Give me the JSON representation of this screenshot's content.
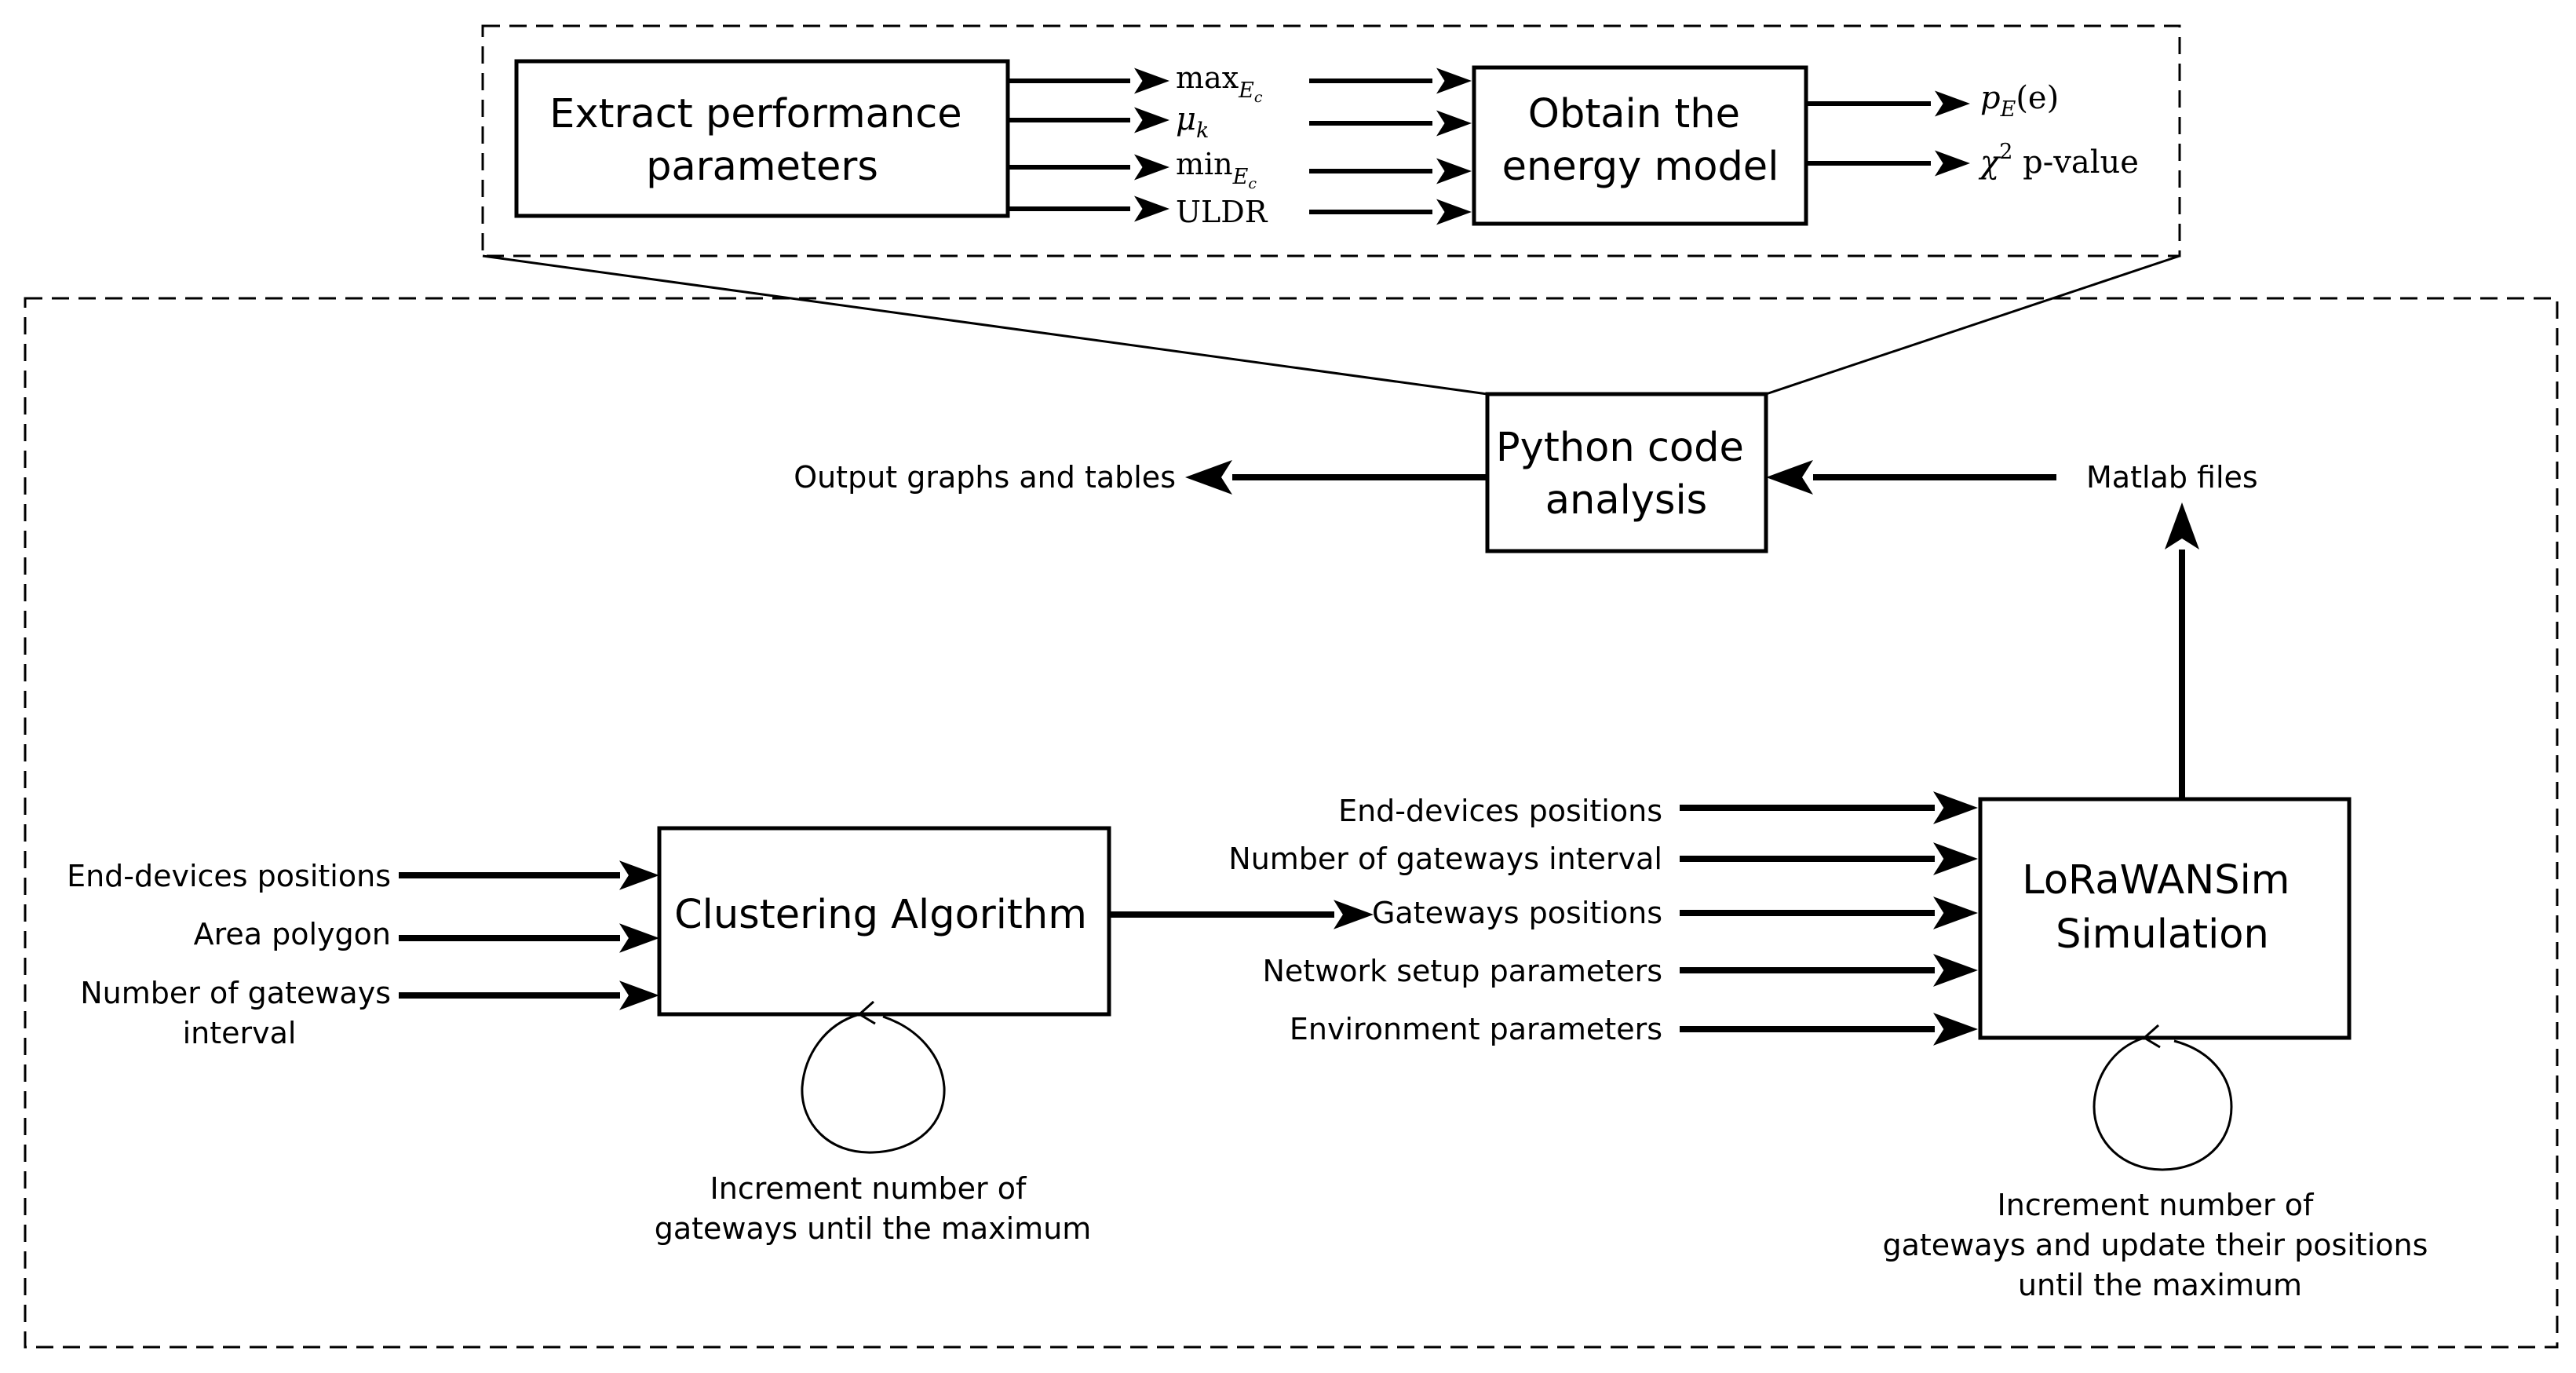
{
  "zoom_panel": {
    "extract_box": [
      "Extract performance",
      "parameters"
    ],
    "energy_box": [
      "Obtain the",
      "energy model"
    ],
    "parameters": {
      "max_ec": {
        "base": "max",
        "sub": "E",
        "subsub": "c"
      },
      "mu_k": {
        "base": "μ",
        "sub": "k"
      },
      "min_ec": {
        "base": "min",
        "sub": "E",
        "subsub": "c"
      },
      "uldr": "ULDR"
    },
    "outputs": {
      "pe": {
        "base": "p",
        "sub": "E",
        "arg": "(e)"
      },
      "chi2": {
        "base": "χ",
        "sup": "2",
        "rest": " p-value"
      }
    }
  },
  "python_box": [
    "Python code",
    "analysis"
  ],
  "output_label": "Output graphs and tables",
  "matlab_label": "Matlab files",
  "clustering": {
    "box": "Clustering Algorithm",
    "inputs": [
      "End-devices positions",
      "Area polygon",
      "Number of gateways",
      "interval"
    ],
    "loop_label": [
      "Increment number of",
      "gateways until the maximum"
    ]
  },
  "simulation": {
    "box": [
      "LoRaWANSim",
      "Simulation"
    ],
    "inputs": [
      "End-devices positions",
      "Number of gateways interval",
      "Gateways positions",
      "Network setup parameters",
      "Environment parameters"
    ],
    "loop_label": [
      "Increment number of",
      "gateways and update their positions",
      "until the maximum"
    ]
  }
}
